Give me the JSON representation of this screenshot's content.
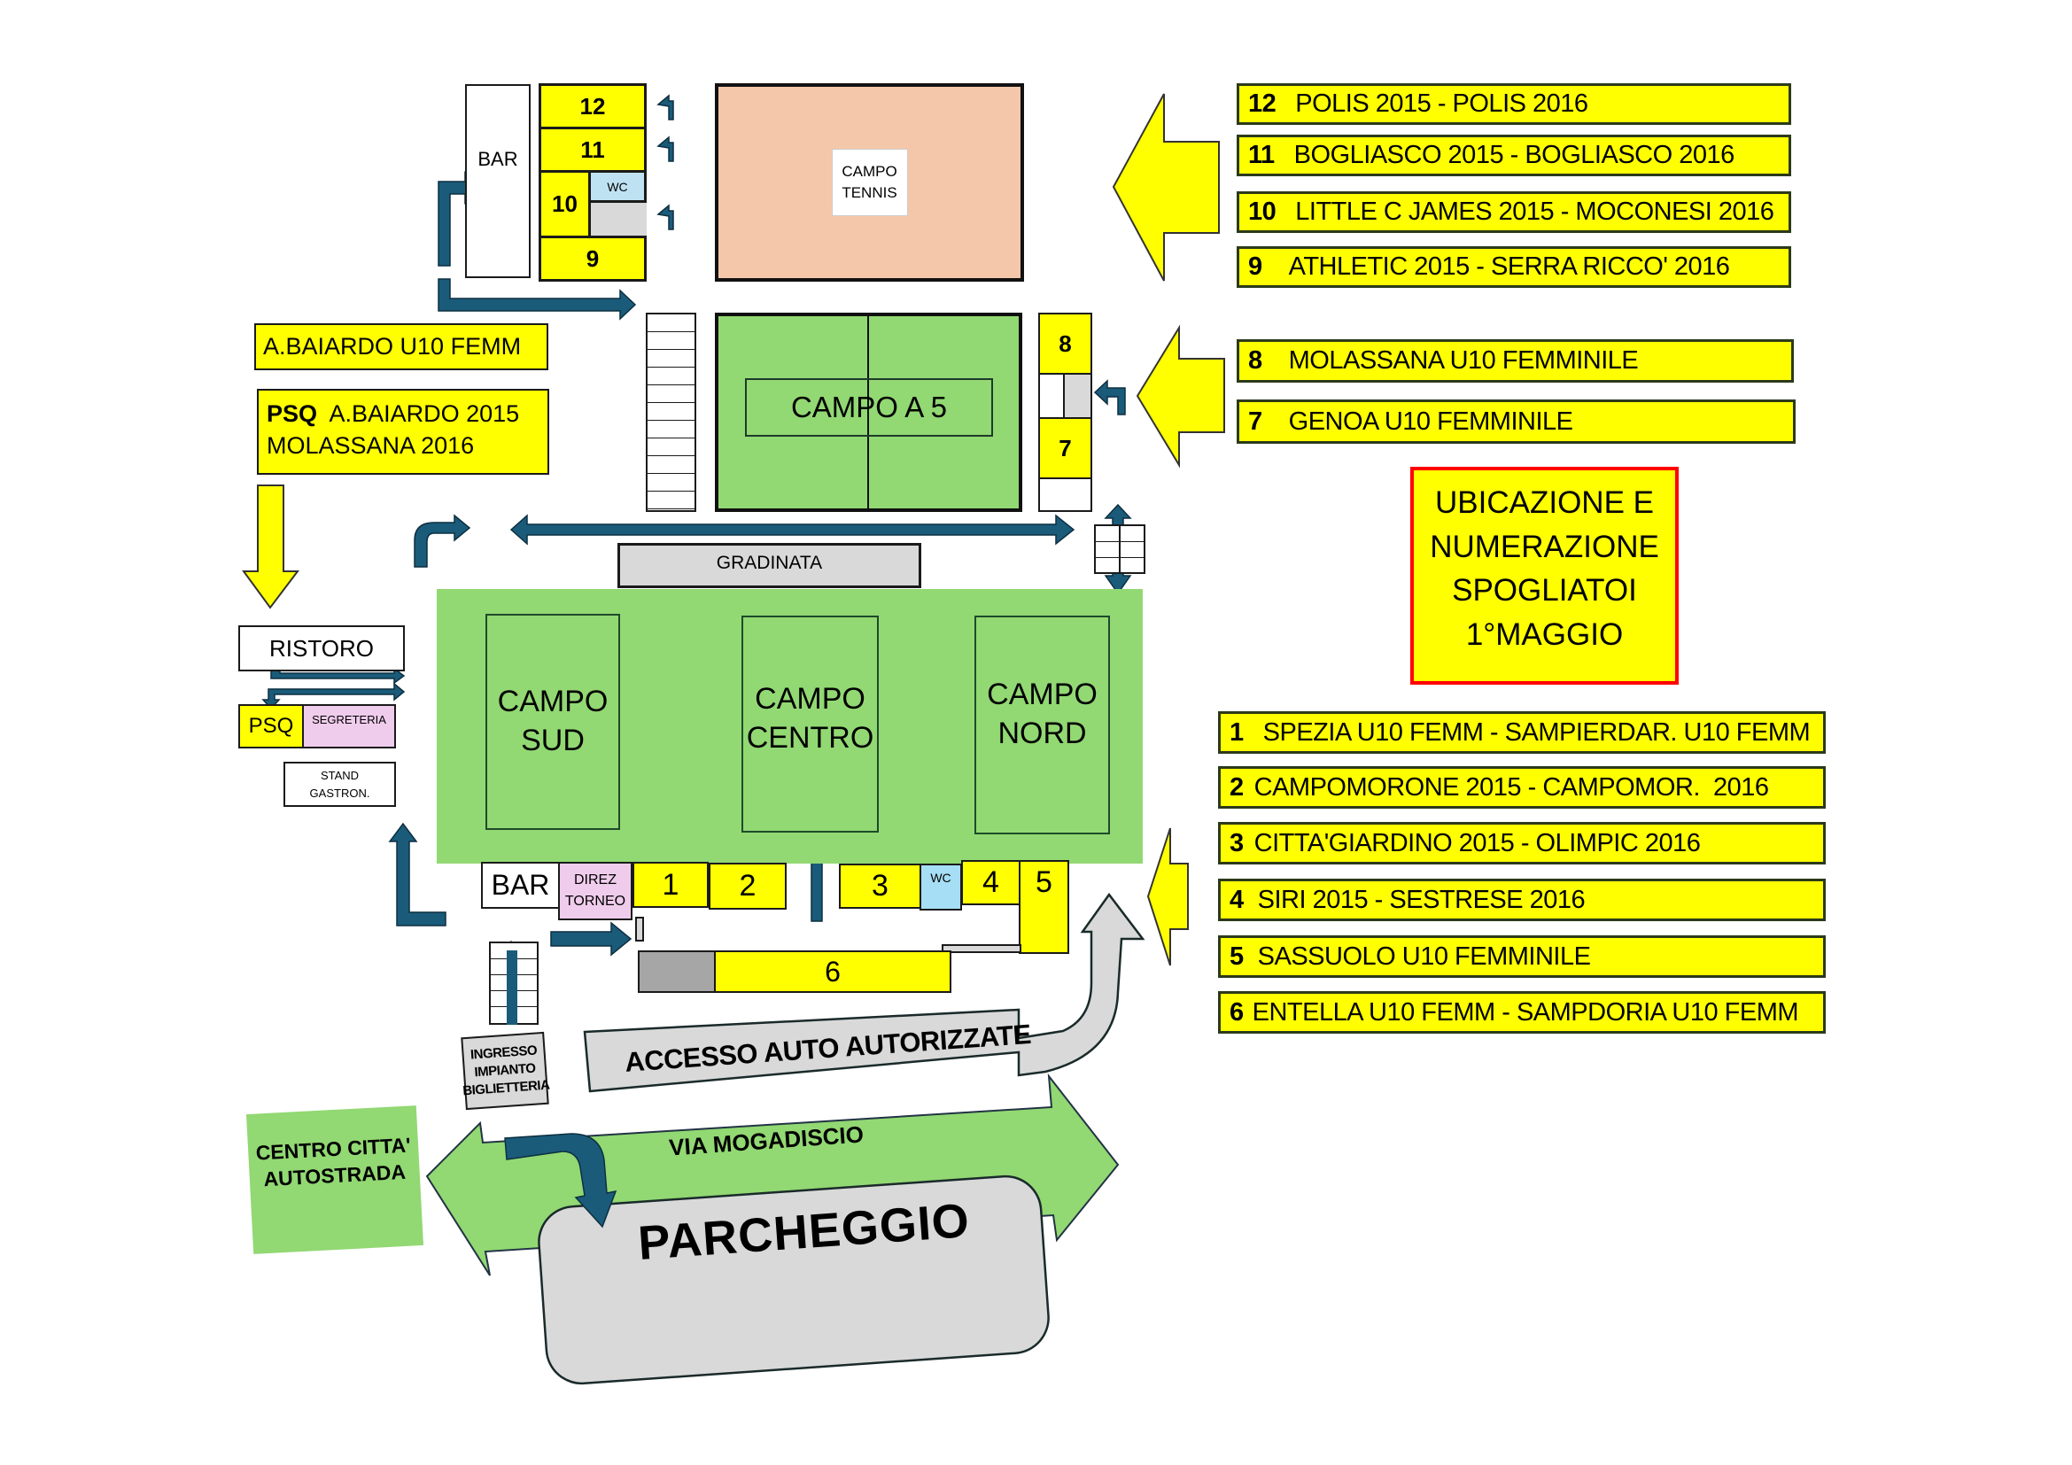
{
  "title": {
    "lines": [
      "UBICAZIONE E",
      "NUMERAZIONE",
      "SPOGLIATOI",
      "1°MAGGIO"
    ]
  },
  "colors": {
    "locker": "#ffff00",
    "field": "#92d873",
    "tennis": "#f5c7aa",
    "arrow": "#1a5b7a",
    "title_border": "#ff0000",
    "wc": "#bfe2f2",
    "office": "#efccec",
    "gray": "#d9d9d9"
  },
  "top_area": {
    "bar": "BAR",
    "lockers": {
      "l12": "12",
      "l11": "11",
      "l10": "10",
      "wc": "WC",
      "l9": "9"
    },
    "tennis": [
      "CAMPO",
      "TENNIS"
    ]
  },
  "legend_top": [
    {
      "num": "12",
      "text": "POLIS 2015 - POLIS 2016"
    },
    {
      "num": "11",
      "text": "BOGLIASCO 2015 - BOGLIASCO 2016"
    },
    {
      "num": "10",
      "text": "LITTLE C JAMES 2015 - MOCONESI 2016"
    },
    {
      "num": "9",
      "text": "ATHLETIC 2015 - SERRA RICCO' 2016"
    }
  ],
  "legend_mid": [
    {
      "num": "8",
      "text": "MOLASSANA U10 FEMMINILE"
    },
    {
      "num": "7",
      "text": "GENOA U10 FEMMINILE"
    }
  ],
  "legend_bottom": [
    {
      "num": "1",
      "text": "SPEZIA U10 FEMM - SAMPIERDAR. U10 FEMM"
    },
    {
      "num": "2",
      "text": "CAMPOMORONE 2015 - CAMPOMOR.  2016"
    },
    {
      "num": "3",
      "text": "CITTA'GIARDINO 2015 - OLIMPIC 2016"
    },
    {
      "num": "4",
      "text": "SIRI 2015 - SESTRESE 2016"
    },
    {
      "num": "5",
      "text": "SASSUOLO U10 FEMMINILE"
    },
    {
      "num": "6",
      "text": "ENTELLA U10 FEMM - SAMPDORIA U10 FEMM"
    }
  ],
  "campo_a5": {
    "label": "CAMPO A 5",
    "l8": "8",
    "l7": "7"
  },
  "left_area": {
    "baiardo": "A.BAIARDO U10 FEMM",
    "psq_bold": "PSQ",
    "psq_line1": "A.BAIARDO 2015",
    "psq_line2": "MOLASSANA 2016",
    "ristoro": "RISTORO",
    "psq": "PSQ",
    "segreteria": "SEGRETERIA",
    "stand": [
      "STAND",
      "GASTRON."
    ]
  },
  "main_field": {
    "gradinata": "GRADINATA",
    "sud": [
      "CAMPO",
      "SUD"
    ],
    "centro": [
      "CAMPO",
      "CENTRO"
    ],
    "nord": [
      "CAMPO",
      "NORD"
    ]
  },
  "bottom_row": {
    "bar": "BAR",
    "direz": [
      "DIREZ",
      "TORNEO"
    ],
    "l1": "1",
    "l2": "2",
    "l3": "3",
    "wc": "WC",
    "l4": "4",
    "l5": "5",
    "l6": "6"
  },
  "access": {
    "ingresso": [
      "INGRESSO",
      "IMPIANTO",
      "BIGLIETTERIA"
    ],
    "accesso_auto": "ACCESSO AUTO AUTORIZZATE",
    "centro_citta": [
      "CENTRO CITTA'",
      "AUTOSTRADA"
    ],
    "via": "VIA MOGADISCIO",
    "parcheggio": "PARCHEGGIO"
  }
}
